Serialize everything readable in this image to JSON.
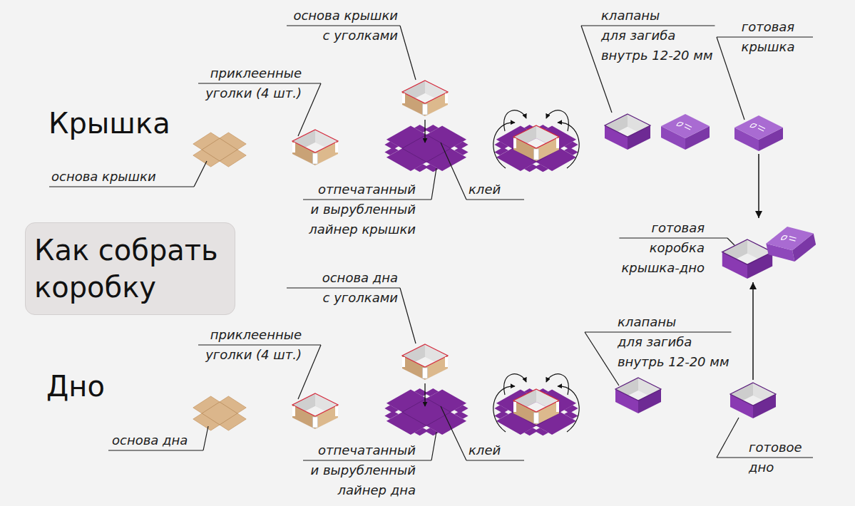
{
  "diagram": {
    "nodes": [
      {
        "text": [
          "готовая крышка"
        ]
      },
      {
        "text": [
          "Как собрать коробку"
        ]
      },
      {
        "text": [
          "готовая коробка крышка-дно"
        ]
      },
      {
        "text": [
          "готовое дно"
        ]
      }
    ],
    "edges": [
      {
        "from": 0,
        "to": 2,
        "arrow": "to"
      },
      {
        "from": 3,
        "to": 2,
        "arrow": "to"
      }
    ],
    "labels": [
      "Крышка",
      "основа крышки с уголками",
      "приклеенные уголки (4 шт.)",
      "основа крышки",
      "отпечатанный и вырубленный лайнер крышки",
      "клей",
      "клапаны для загиба внутрь 12-20 мм",
      "Дно",
      "основа дна с уголками",
      "приклеенные уголки (4 шт.)",
      "основа дна",
      "отпечатанный и вырубленный лайнер дна",
      "клей",
      "клапаны для загиба внутрь 12-20 мм"
    ]
  }
}
